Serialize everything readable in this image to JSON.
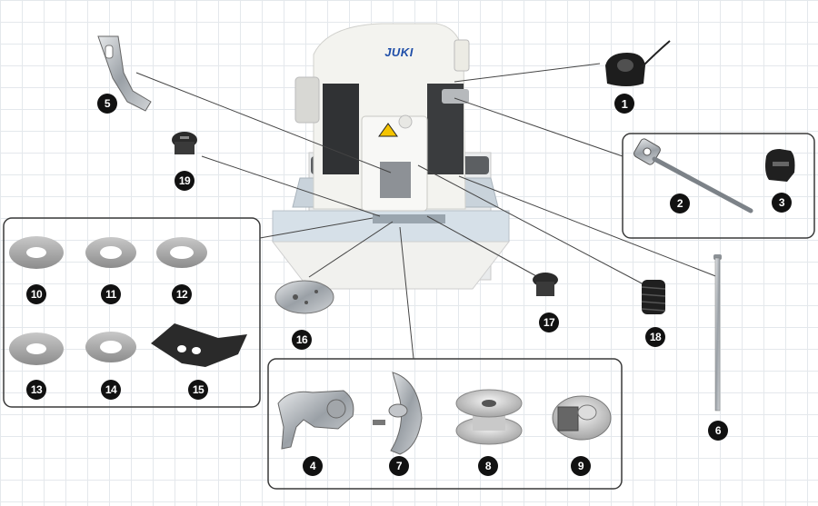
{
  "brand": {
    "logo_text": "JUKI",
    "logo_color": "#1f4ea8"
  },
  "callouts": [
    {
      "id": "part-1",
      "label": "1"
    },
    {
      "id": "part-2",
      "label": "2"
    },
    {
      "id": "part-3",
      "label": "3"
    },
    {
      "id": "part-4",
      "label": "4"
    },
    {
      "id": "part-5",
      "label": "5"
    },
    {
      "id": "part-6",
      "label": "6"
    },
    {
      "id": "part-7",
      "label": "7"
    },
    {
      "id": "part-8",
      "label": "8"
    },
    {
      "id": "part-9",
      "label": "9"
    },
    {
      "id": "part-10",
      "label": "10"
    },
    {
      "id": "part-11",
      "label": "11"
    },
    {
      "id": "part-12",
      "label": "12"
    },
    {
      "id": "part-13",
      "label": "13"
    },
    {
      "id": "part-14",
      "label": "14"
    },
    {
      "id": "part-15",
      "label": "15"
    },
    {
      "id": "part-16",
      "label": "16"
    },
    {
      "id": "part-17",
      "label": "17"
    },
    {
      "id": "part-18",
      "label": "18"
    },
    {
      "id": "part-19",
      "label": "19"
    }
  ],
  "colors": {
    "badge": "#111111",
    "leader": "#444444",
    "metal": "#9aa0a6",
    "machine": "#eeeeea",
    "grid": "#e4e8ec"
  }
}
